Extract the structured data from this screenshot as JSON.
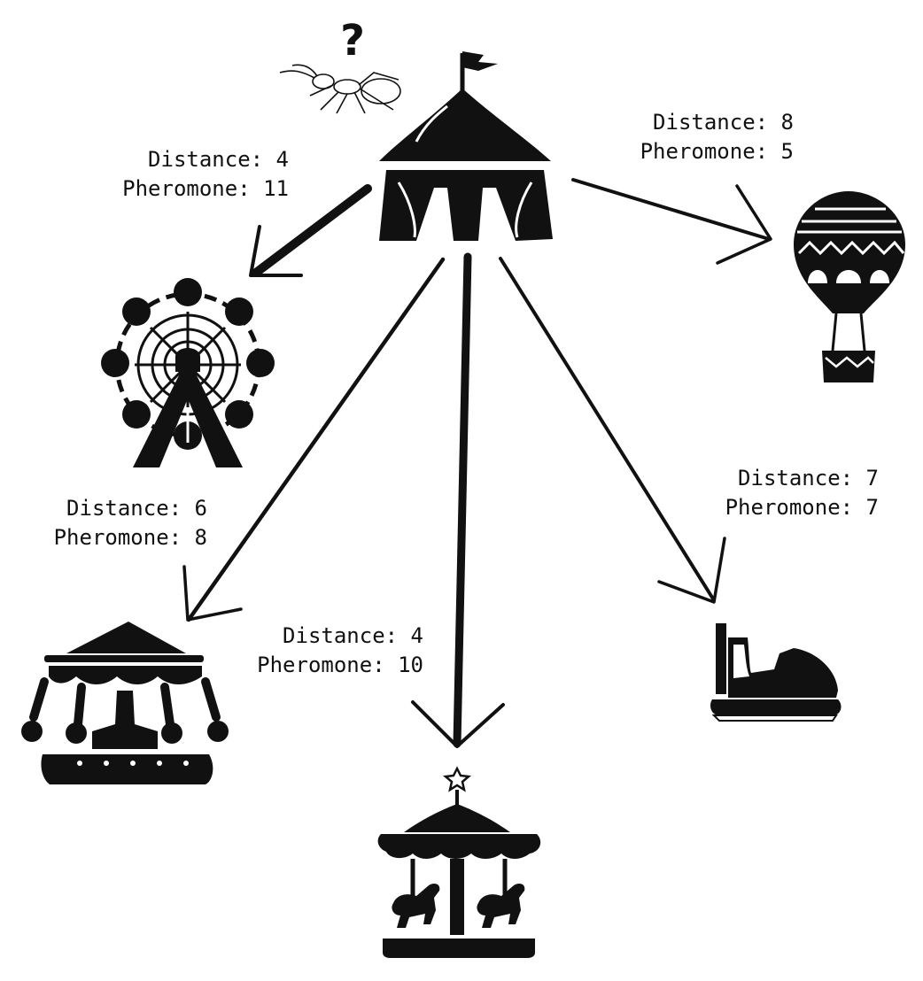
{
  "diagram": {
    "title": "Ant colony path choice",
    "start": {
      "name": "circus-tent",
      "question_mark": "?"
    },
    "edges": [
      {
        "target": "ferris-wheel",
        "distance_label": "Distance: 4",
        "pheromone_label": "Pheromone: 11",
        "distance": 4,
        "pheromone": 11
      },
      {
        "target": "hot-air-balloon",
        "distance_label": "Distance: 8",
        "pheromone_label": "Pheromone: 5",
        "distance": 8,
        "pheromone": 5
      },
      {
        "target": "swing-ride",
        "distance_label": "Distance: 6",
        "pheromone_label": "Pheromone: 8",
        "distance": 6,
        "pheromone": 8
      },
      {
        "target": "carousel",
        "distance_label": "Distance: 4",
        "pheromone_label": "Pheromone: 10",
        "distance": 4,
        "pheromone": 10
      },
      {
        "target": "bumper-car",
        "distance_label": "Distance: 7",
        "pheromone_label": "Pheromone: 7",
        "distance": 7,
        "pheromone": 7
      }
    ]
  },
  "colors": {
    "ink": "#111111",
    "background": "#ffffff"
  }
}
